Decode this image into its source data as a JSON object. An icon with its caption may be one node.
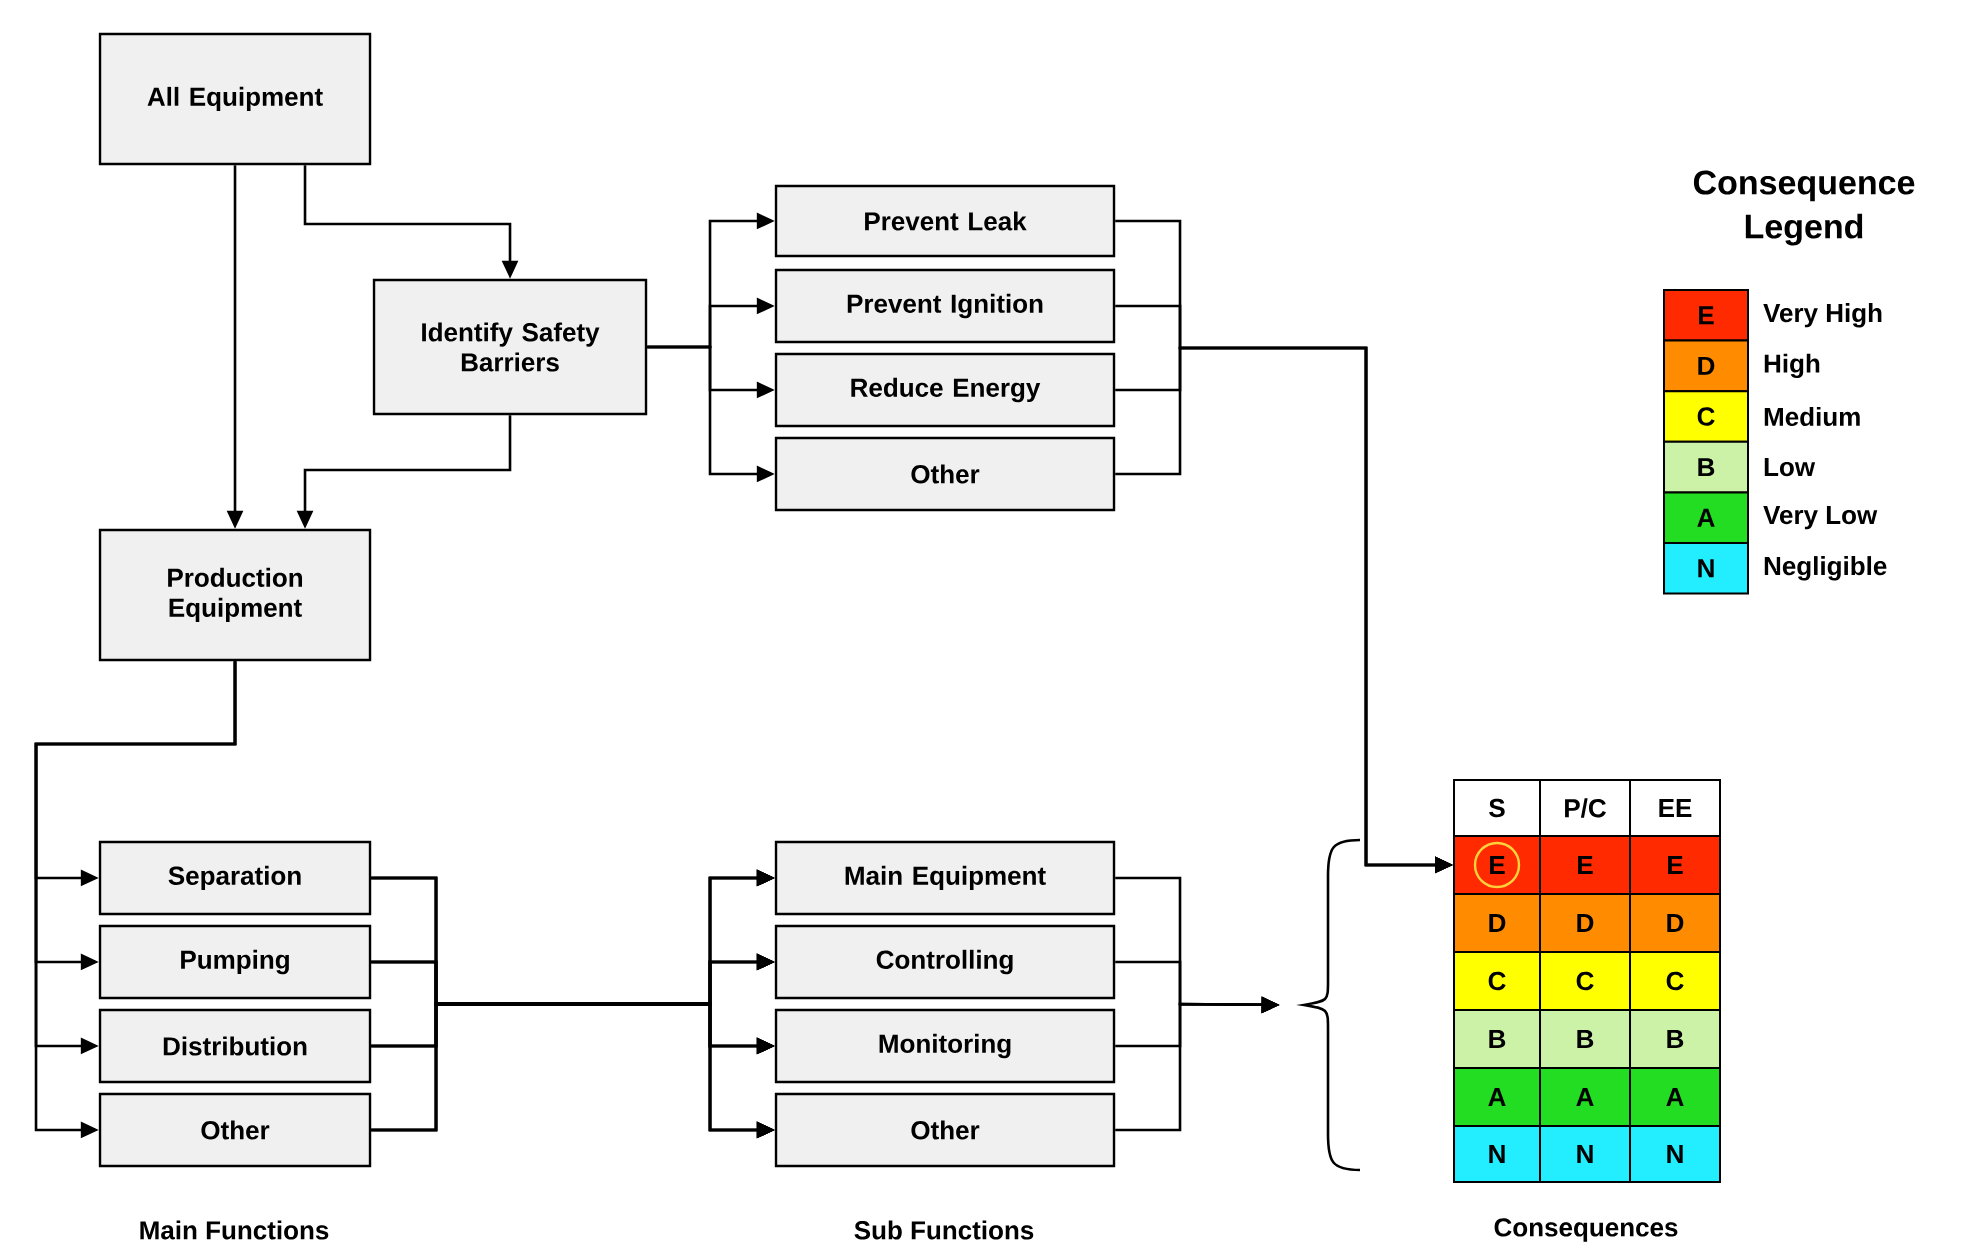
{
  "diagram": {
    "nodes": [
      {
        "text": [
          "All Equipment"
        ]
      },
      {
        "text": [
          "Identify Safety Barriers"
        ]
      },
      {
        "text": [
          "Production Equipment"
        ]
      },
      {
        "text": [
          "Prevent Leak"
        ]
      },
      {
        "text": [
          "Prevent Ignition"
        ]
      },
      {
        "text": [
          "Reduce Energy"
        ]
      },
      {
        "text": [
          "Other"
        ]
      },
      {
        "text": [
          "Separation"
        ]
      },
      {
        "text": [
          "Pumping"
        ]
      },
      {
        "text": [
          "Distribution"
        ]
      },
      {
        "text": [
          "Other"
        ]
      },
      {
        "text": [
          "Main Equipment"
        ]
      },
      {
        "text": [
          "Controlling"
        ]
      },
      {
        "text": [
          "Monitoring"
        ]
      },
      {
        "text": [
          "Other"
        ]
      },
      {
        "text": [
          "E"
        ]
      },
      {
        "text": [],
        "shape": "brace"
      }
    ],
    "edges": [
      {
        "from": 0,
        "to": 2,
        "arrow": "to"
      },
      {
        "from": 0,
        "to": 1,
        "arrow": "to"
      },
      {
        "from": 1,
        "to": 2,
        "arrow": "to"
      },
      {
        "from": 1,
        "to": 3,
        "arrow": "to"
      },
      {
        "from": 1,
        "to": 4,
        "arrow": "to"
      },
      {
        "from": 1,
        "to": 5,
        "arrow": "to"
      },
      {
        "from": 1,
        "to": 6,
        "arrow": "to"
      },
      {
        "from": 3,
        "to": 15,
        "arrow": "to"
      },
      {
        "from": 4,
        "to": 15,
        "arrow": "to"
      },
      {
        "from": 5,
        "to": 15,
        "arrow": "to"
      },
      {
        "from": 6,
        "to": 15,
        "arrow": "to"
      },
      {
        "from": 2,
        "to": 7,
        "arrow": "to"
      },
      {
        "from": 2,
        "to": 8,
        "arrow": "to"
      },
      {
        "from": 2,
        "to": 9,
        "arrow": "to"
      },
      {
        "from": 2,
        "to": 10,
        "arrow": "to"
      },
      {
        "from": 7,
        "to": 11,
        "arrow": "to"
      },
      {
        "from": 7,
        "to": 12,
        "arrow": "to"
      },
      {
        "from": 7,
        "to": 13,
        "arrow": "to"
      },
      {
        "from": 7,
        "to": 14,
        "arrow": "to"
      },
      {
        "from": 8,
        "to": 11,
        "arrow": "to"
      },
      {
        "from": 8,
        "to": 12,
        "arrow": "to"
      },
      {
        "from": 8,
        "to": 13,
        "arrow": "to"
      },
      {
        "from": 8,
        "to": 14,
        "arrow": "to"
      },
      {
        "from": 9,
        "to": 11,
        "arrow": "to"
      },
      {
        "from": 9,
        "to": 12,
        "arrow": "to"
      },
      {
        "from": 9,
        "to": 13,
        "arrow": "to"
      },
      {
        "from": 9,
        "to": 14,
        "arrow": "to"
      },
      {
        "from": 10,
        "to": 11,
        "arrow": "to"
      },
      {
        "from": 10,
        "to": 12,
        "arrow": "to"
      },
      {
        "from": 10,
        "to": 13,
        "arrow": "to"
      },
      {
        "from": 10,
        "to": 14,
        "arrow": "to"
      },
      {
        "from": 11,
        "to": 16,
        "arrow": "to"
      },
      {
        "from": 12,
        "to": 16,
        "arrow": "to"
      },
      {
        "from": 13,
        "to": 16,
        "arrow": "to"
      },
      {
        "from": 14,
        "to": 16,
        "arrow": "to"
      }
    ],
    "labels": [
      "Consequence Legend",
      "E",
      "D",
      "C",
      "B",
      "A",
      "N",
      "S",
      "P/C",
      "EE",
      "E",
      "E",
      "D",
      "D",
      "D",
      "C",
      "C",
      "C",
      "B",
      "B",
      "B",
      "A",
      "A",
      "A",
      "N",
      "N",
      "N",
      "Main Functions",
      "Sub Functions",
      "Consequences"
    ],
    "legend": [
      {
        "text": "Very High",
        "color": "#ff2a00"
      },
      {
        "text": "High",
        "color": "#ff8c00"
      },
      {
        "text": "Medium",
        "color": "#ffff00"
      },
      {
        "text": "Low",
        "color": "#ccf2a8"
      },
      {
        "text": "Very Low",
        "color": "#22dd22"
      },
      {
        "text": "Negligible",
        "color": "#22eeff"
      }
    ]
  }
}
